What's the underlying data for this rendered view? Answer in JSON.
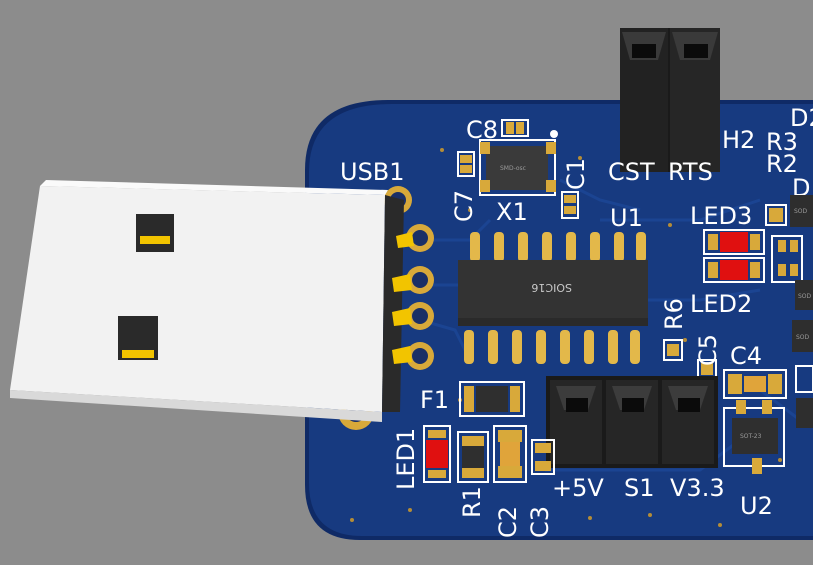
{
  "colors": {
    "background": "#8c8c8c",
    "board": "#15306e",
    "silkscreen": "#ffffff",
    "pad_gold": "#d8a93a",
    "led_red": "#e01010",
    "connector_white": "#f4f4f4",
    "ic_body": "#3a3a3a"
  },
  "labels": {
    "usb1": "USB1",
    "c8": "C8",
    "c7": "C7",
    "c1": "C1",
    "x1": "X1",
    "u1": "U1",
    "u1_package": "SOIC16",
    "r6": "R6",
    "c5": "C5",
    "c4": "C4",
    "led1": "LED1",
    "led2": "LED2",
    "led3": "LED3",
    "f1": "F1",
    "r1": "R1",
    "c2": "C2",
    "c3": "C3",
    "plus5v": "+5V",
    "s1": "S1",
    "v33": "V3.3",
    "u2": "U2",
    "u2_package": "SOT-23",
    "x1_package": "SMD-osc",
    "cst": "CST",
    "rts": "RTS",
    "h2": "H2",
    "r3": "R3",
    "r2": "R2",
    "d2": "D2",
    "d_partial": "D",
    "right_chip_a": "SOD",
    "right_chip_b": "SOD",
    "right_chip_c": "SOD"
  }
}
